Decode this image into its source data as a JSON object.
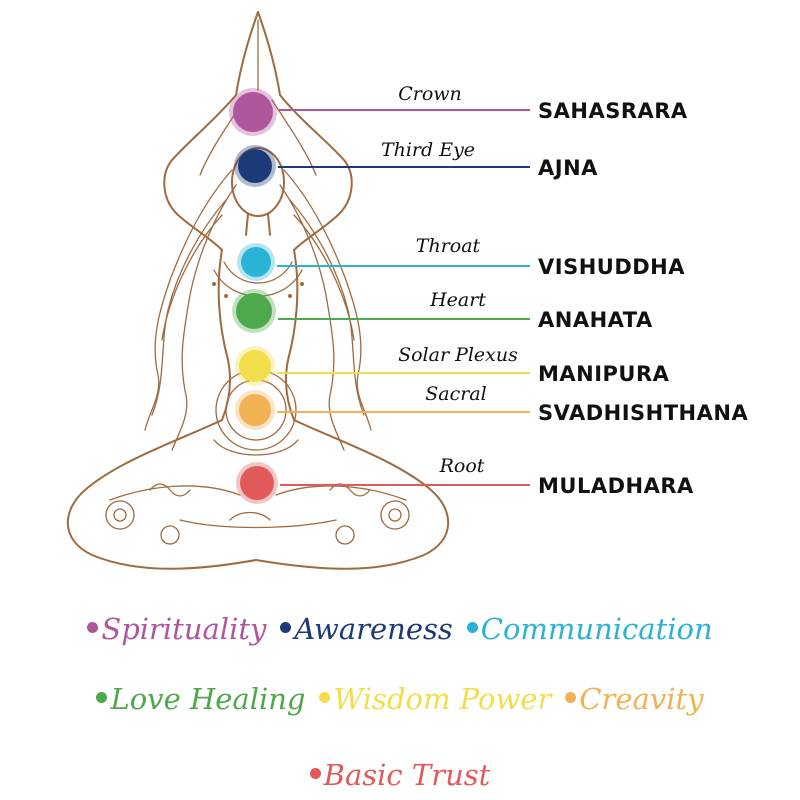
{
  "chakras": [
    {
      "name": "SAHASRARA",
      "english": "Crown",
      "color": "#b0569c"
    },
    {
      "name": "AJNA",
      "english": "Third Eye",
      "color": "#1c3a78"
    },
    {
      "name": "VISHUDDHA",
      "english": "Throat",
      "color": "#2ab3d6"
    },
    {
      "name": "ANAHATA",
      "english": "Heart",
      "color": "#4ea84c"
    },
    {
      "name": "MANIPURA",
      "english": "Solar Plexus",
      "color": "#f2de4a"
    },
    {
      "name": "SVADHISHTHANA",
      "english": "Sacral",
      "color": "#f0b253"
    },
    {
      "name": "MULADHARA",
      "english": "Root",
      "color": "#e05a5a"
    }
  ],
  "legend": [
    {
      "label": "Spirituality",
      "color": "#b0569c"
    },
    {
      "label": "Awareness",
      "color": "#1c3a78"
    },
    {
      "label": "Communication",
      "color": "#2ab3d6"
    },
    {
      "label": "Love Healing",
      "color": "#4ea84c"
    },
    {
      "label": "Wisdom Power",
      "color": "#f2de4a"
    },
    {
      "label": "Creavity",
      "color": "#f0b253"
    },
    {
      "label": "Basic Trust",
      "color": "#e05a5a"
    }
  ],
  "icons": {
    "figure": "meditating-woman-illustration"
  }
}
